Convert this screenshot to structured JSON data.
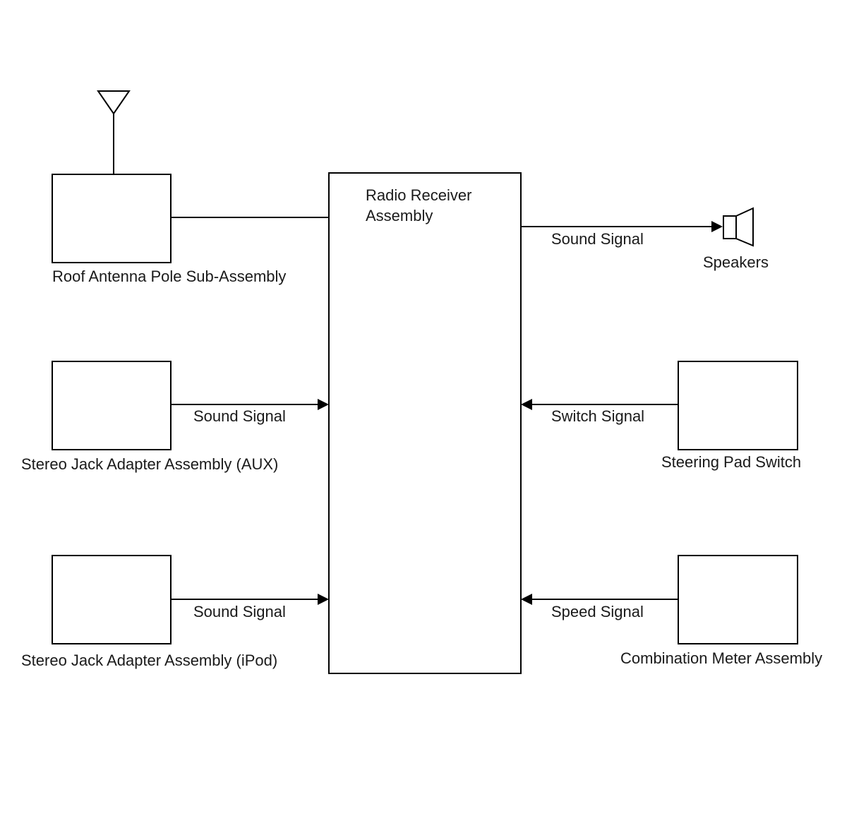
{
  "radio_receiver": {
    "line1": "Radio Receiver",
    "line2": "Assembly"
  },
  "components": {
    "roof_antenna": "Roof Antenna Pole Sub-Assembly",
    "stereo_jack_aux": "Stereo Jack Adapter Assembly (AUX)",
    "stereo_jack_ipod": "Stereo Jack Adapter Assembly (iPod)",
    "speakers": "Speakers",
    "steering_pad_switch": "Steering Pad Switch",
    "combination_meter": "Combination Meter Assembly"
  },
  "signals": {
    "aux_to_radio": "Sound Signal",
    "ipod_to_radio": "Sound Signal",
    "radio_to_speakers": "Sound Signal",
    "steering_to_radio": "Switch Signal",
    "meter_to_radio": "Speed Signal"
  },
  "icons": {
    "antenna": "antenna-icon",
    "speaker": "speaker-icon"
  },
  "colors": {
    "stroke": "#000000",
    "text": "#1a1a1a",
    "background": "#ffffff"
  }
}
